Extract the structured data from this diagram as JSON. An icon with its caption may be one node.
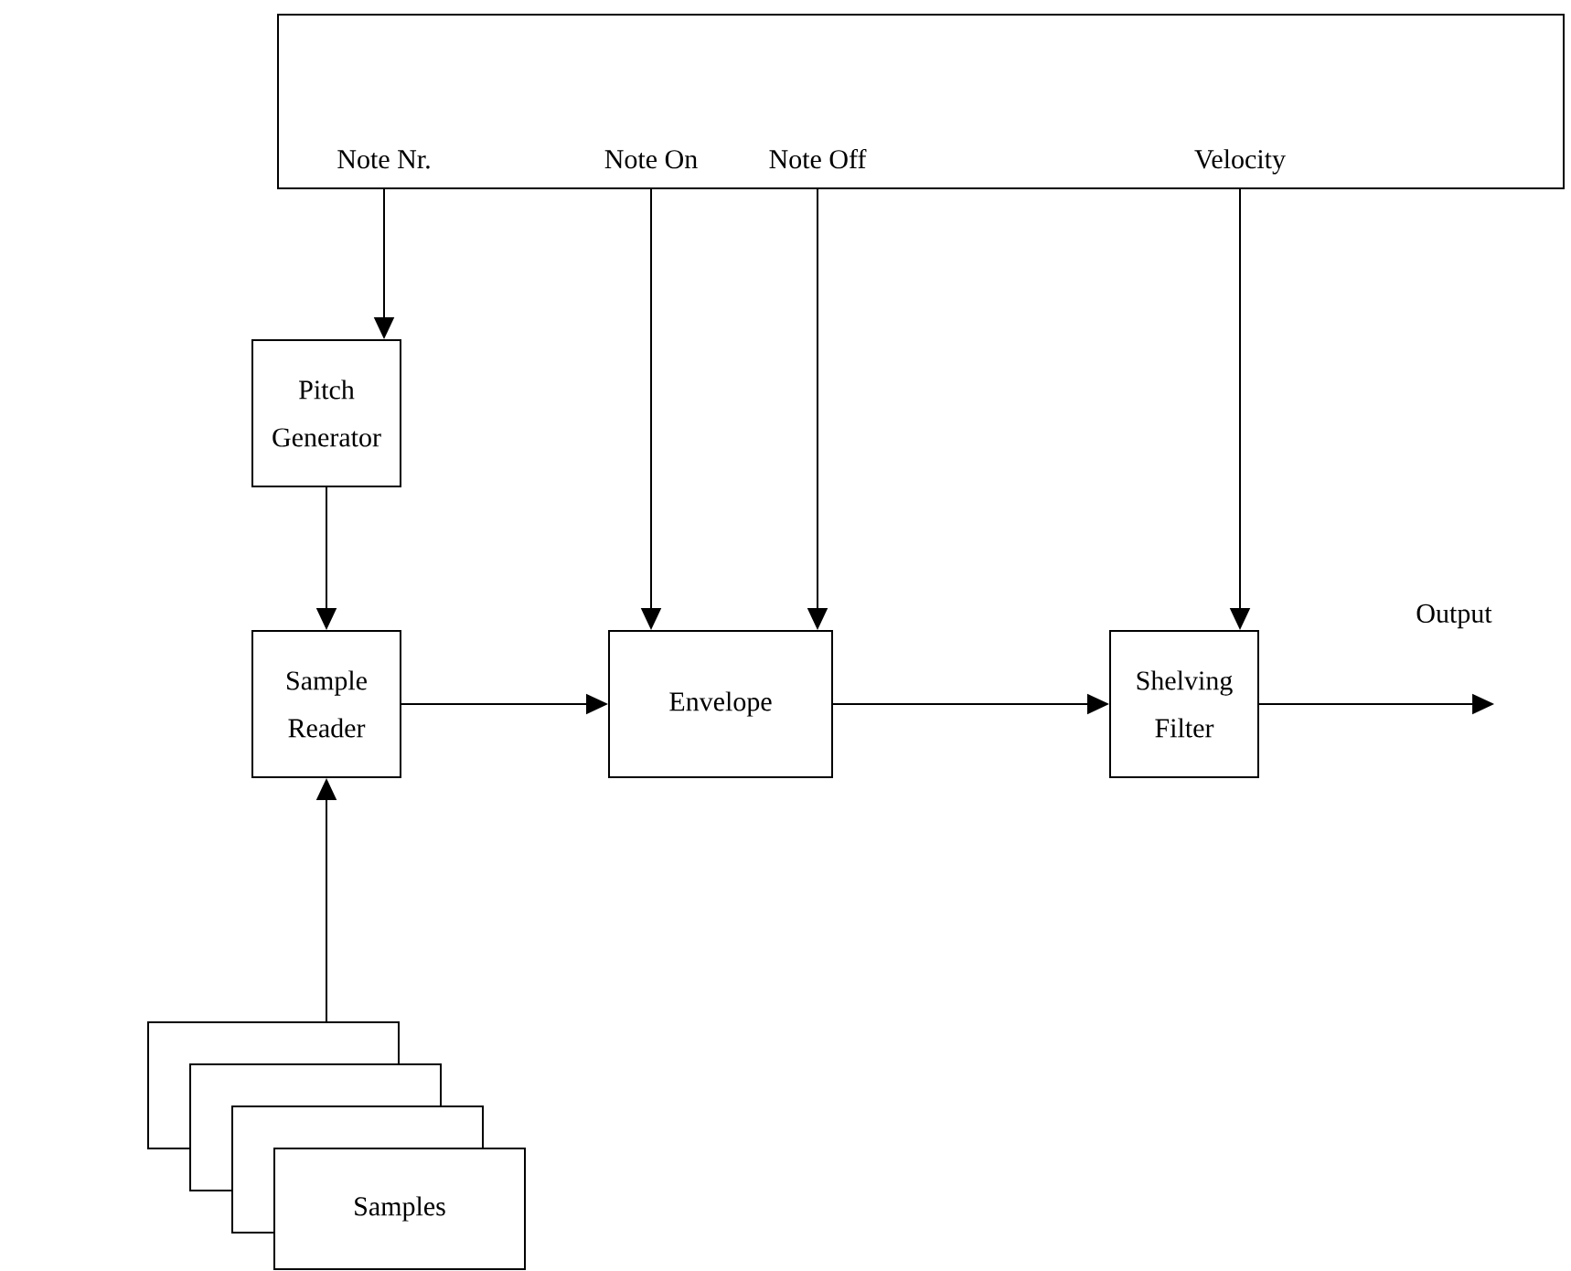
{
  "diagram": {
    "nodes": [
      {
        "text": [],
        "shape": "box"
      },
      {
        "text": [
          "Note Nr."
        ],
        "in": 0
      },
      {
        "text": [
          "Note On"
        ],
        "in": 0
      },
      {
        "text": [
          "Note Off"
        ],
        "in": 0
      },
      {
        "text": [
          "Velocity"
        ],
        "in": 0
      },
      {
        "text": [
          "Pitch Generator"
        ]
      },
      {
        "text": [
          "Sample Reader"
        ]
      },
      {
        "text": [
          "Envelope"
        ]
      },
      {
        "text": [
          "Shelving Filter"
        ]
      },
      {
        "text": [
          "Output"
        ]
      },
      {
        "text": [
          "Samples"
        ]
      }
    ],
    "edges": [
      {
        "from": 1,
        "to": 5,
        "arrow": "to"
      },
      {
        "from": 5,
        "to": 6,
        "arrow": "to"
      },
      {
        "from": 2,
        "to": 7,
        "arrow": "to"
      },
      {
        "from": 3,
        "to": 7,
        "arrow": "to"
      },
      {
        "from": 4,
        "to": 8,
        "arrow": "to"
      },
      {
        "from": 6,
        "to": 7,
        "arrow": "to"
      },
      {
        "from": 7,
        "to": 8,
        "arrow": "to"
      },
      {
        "from": 8,
        "to": 9,
        "arrow": "to"
      },
      {
        "from": 10,
        "to": 6,
        "arrow": "to"
      }
    ]
  }
}
